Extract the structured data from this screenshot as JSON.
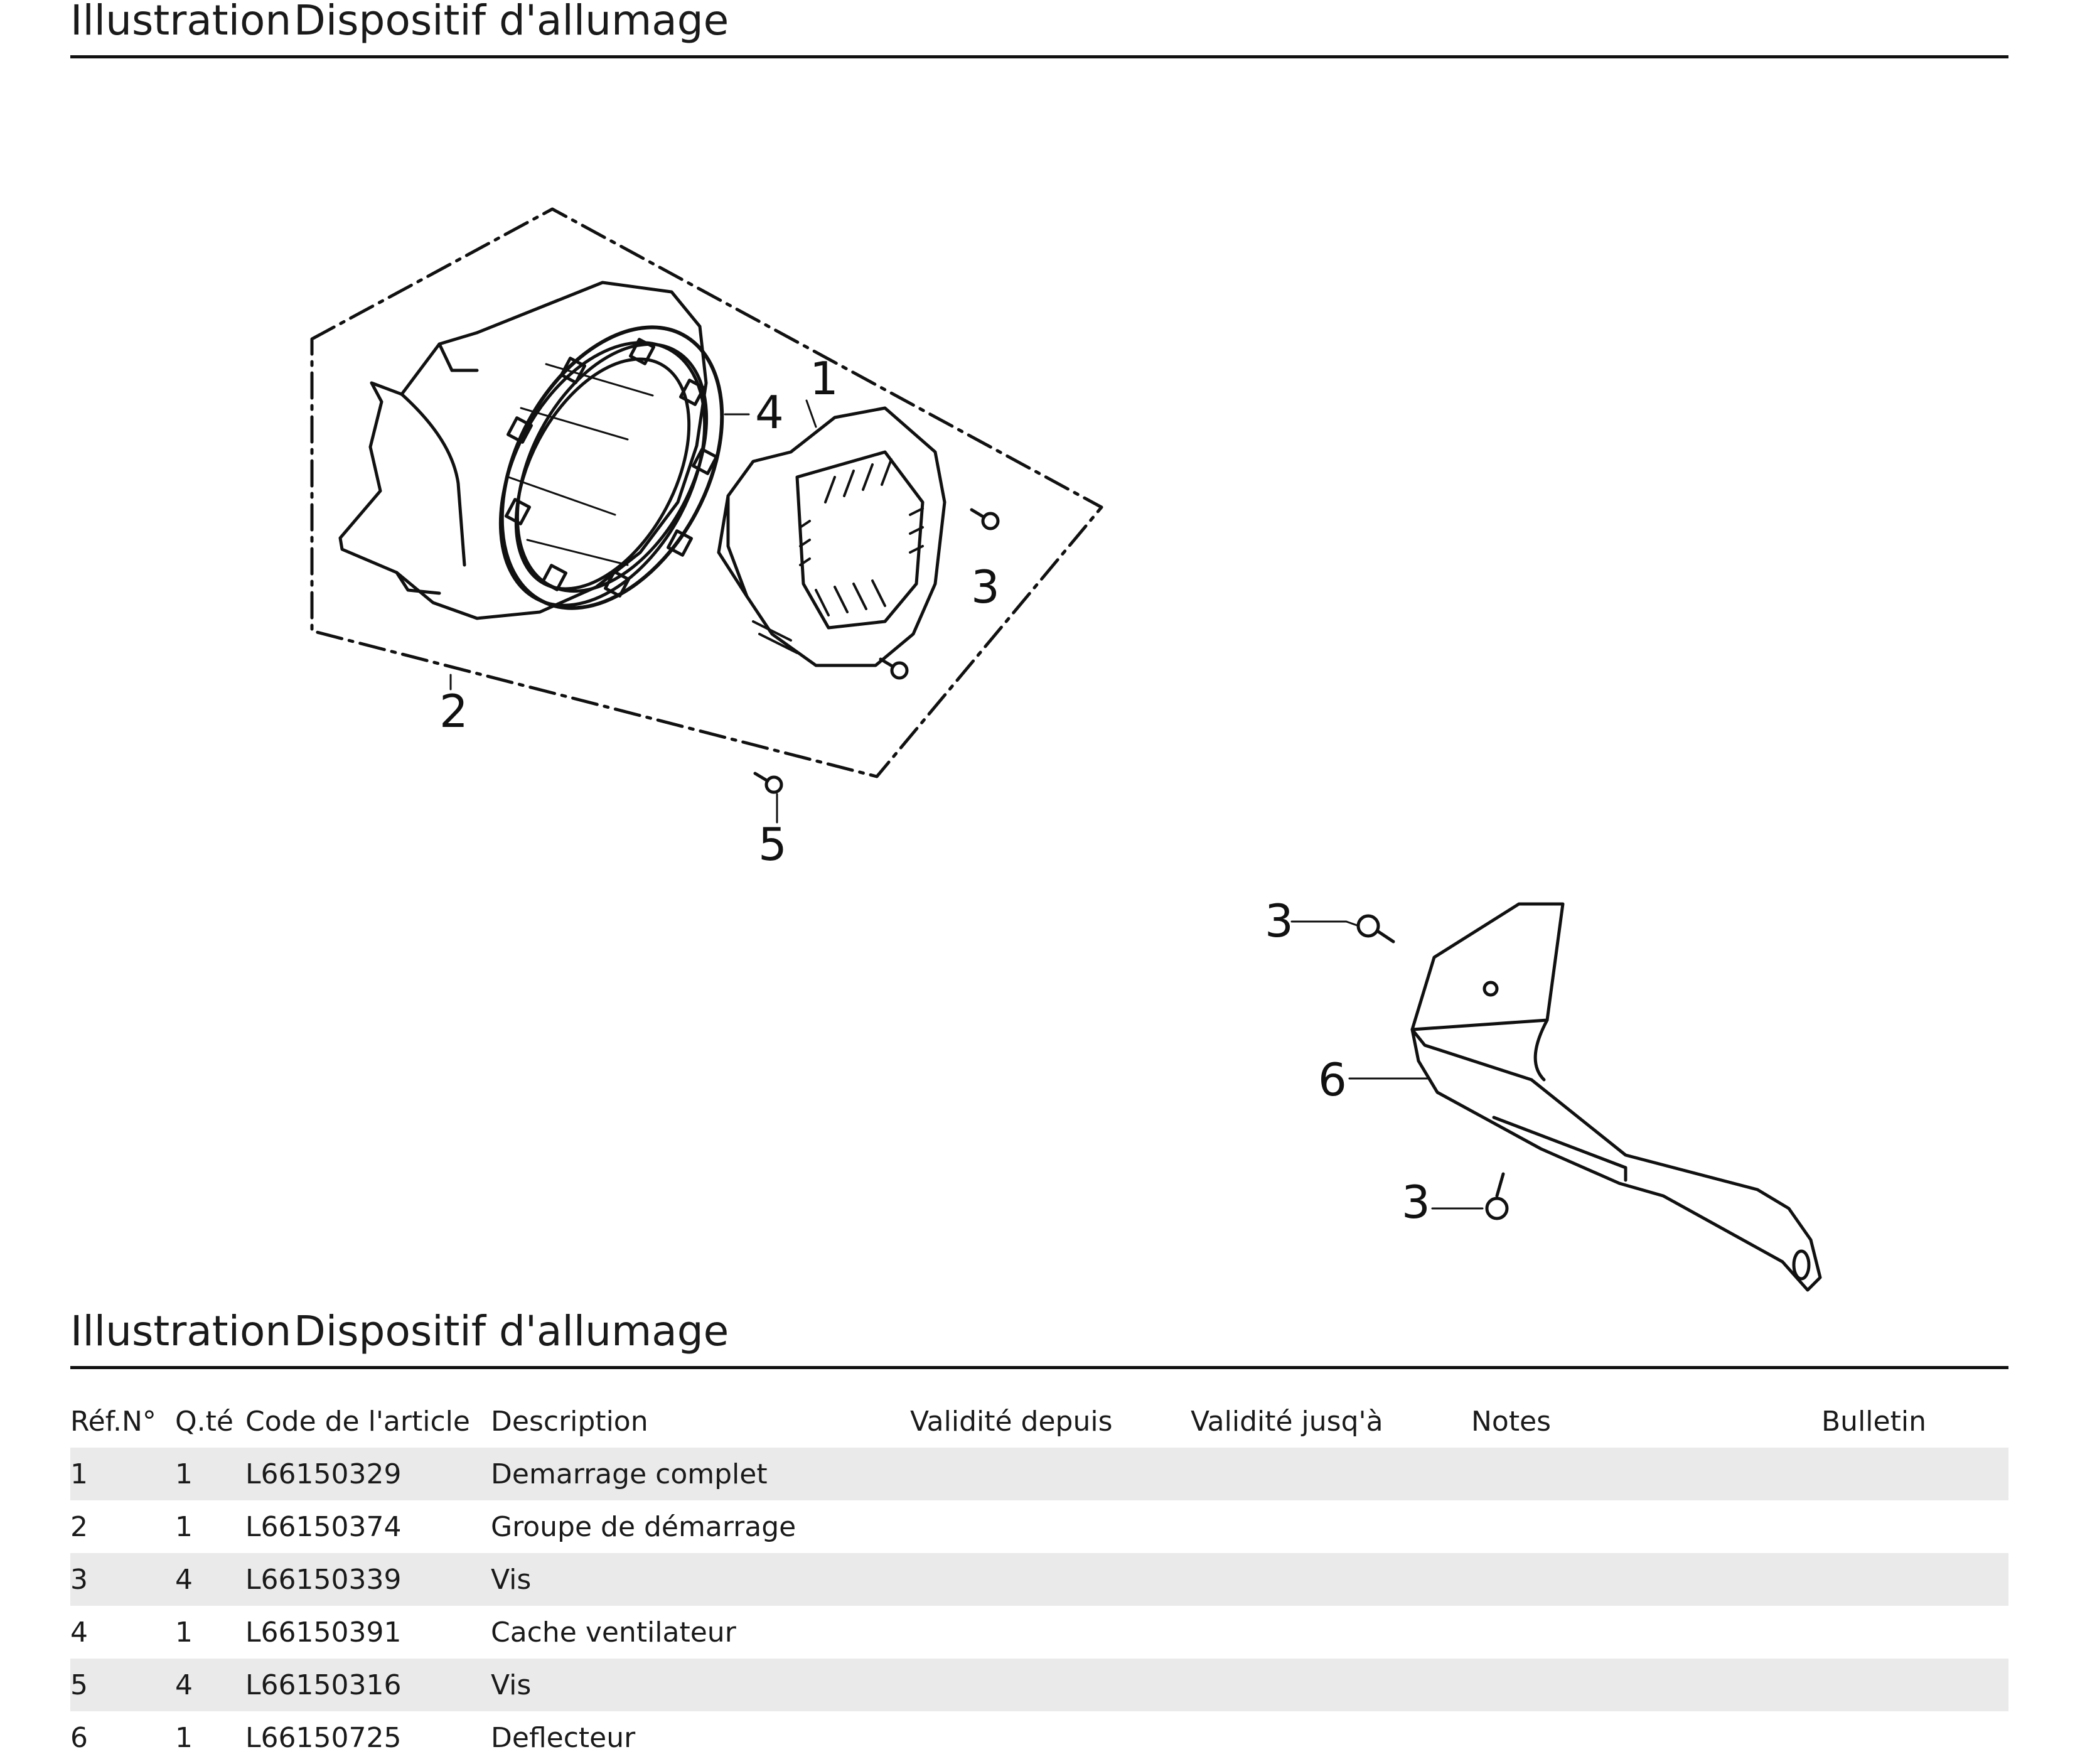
{
  "header": {
    "label": "Illustration",
    "title": "Dispositif d'allumage"
  },
  "section": {
    "label": "Illustration",
    "title": "Dispositif d'allumage"
  },
  "callouts": [
    "1",
    "2",
    "3",
    "4",
    "5",
    "3",
    "6",
    "3"
  ],
  "table": {
    "columns": [
      "Réf.N°",
      "Q.té",
      "Code de l'article",
      "Description",
      "Validité depuis",
      "Validité jusq'à",
      "Notes",
      "Bulletin"
    ],
    "rows": [
      {
        "ref": "1",
        "qty": "1",
        "code": "L66150329",
        "description": "Demarrage complet",
        "valid_from": "",
        "valid_to": "",
        "notes": "",
        "bulletin": ""
      },
      {
        "ref": "2",
        "qty": "1",
        "code": "L66150374",
        "description": "Groupe de démarrage",
        "valid_from": "",
        "valid_to": "",
        "notes": "",
        "bulletin": ""
      },
      {
        "ref": "3",
        "qty": "4",
        "code": "L66150339",
        "description": "Vis",
        "valid_from": "",
        "valid_to": "",
        "notes": "",
        "bulletin": ""
      },
      {
        "ref": "4",
        "qty": "1",
        "code": "L66150391",
        "description": "Cache ventilateur",
        "valid_from": "",
        "valid_to": "",
        "notes": "",
        "bulletin": ""
      },
      {
        "ref": "5",
        "qty": "4",
        "code": "L66150316",
        "description": "Vis",
        "valid_from": "",
        "valid_to": "",
        "notes": "",
        "bulletin": ""
      },
      {
        "ref": "6",
        "qty": "1",
        "code": "L66150725",
        "description": "Deflecteur",
        "valid_from": "",
        "valid_to": "",
        "notes": "",
        "bulletin": ""
      }
    ]
  }
}
